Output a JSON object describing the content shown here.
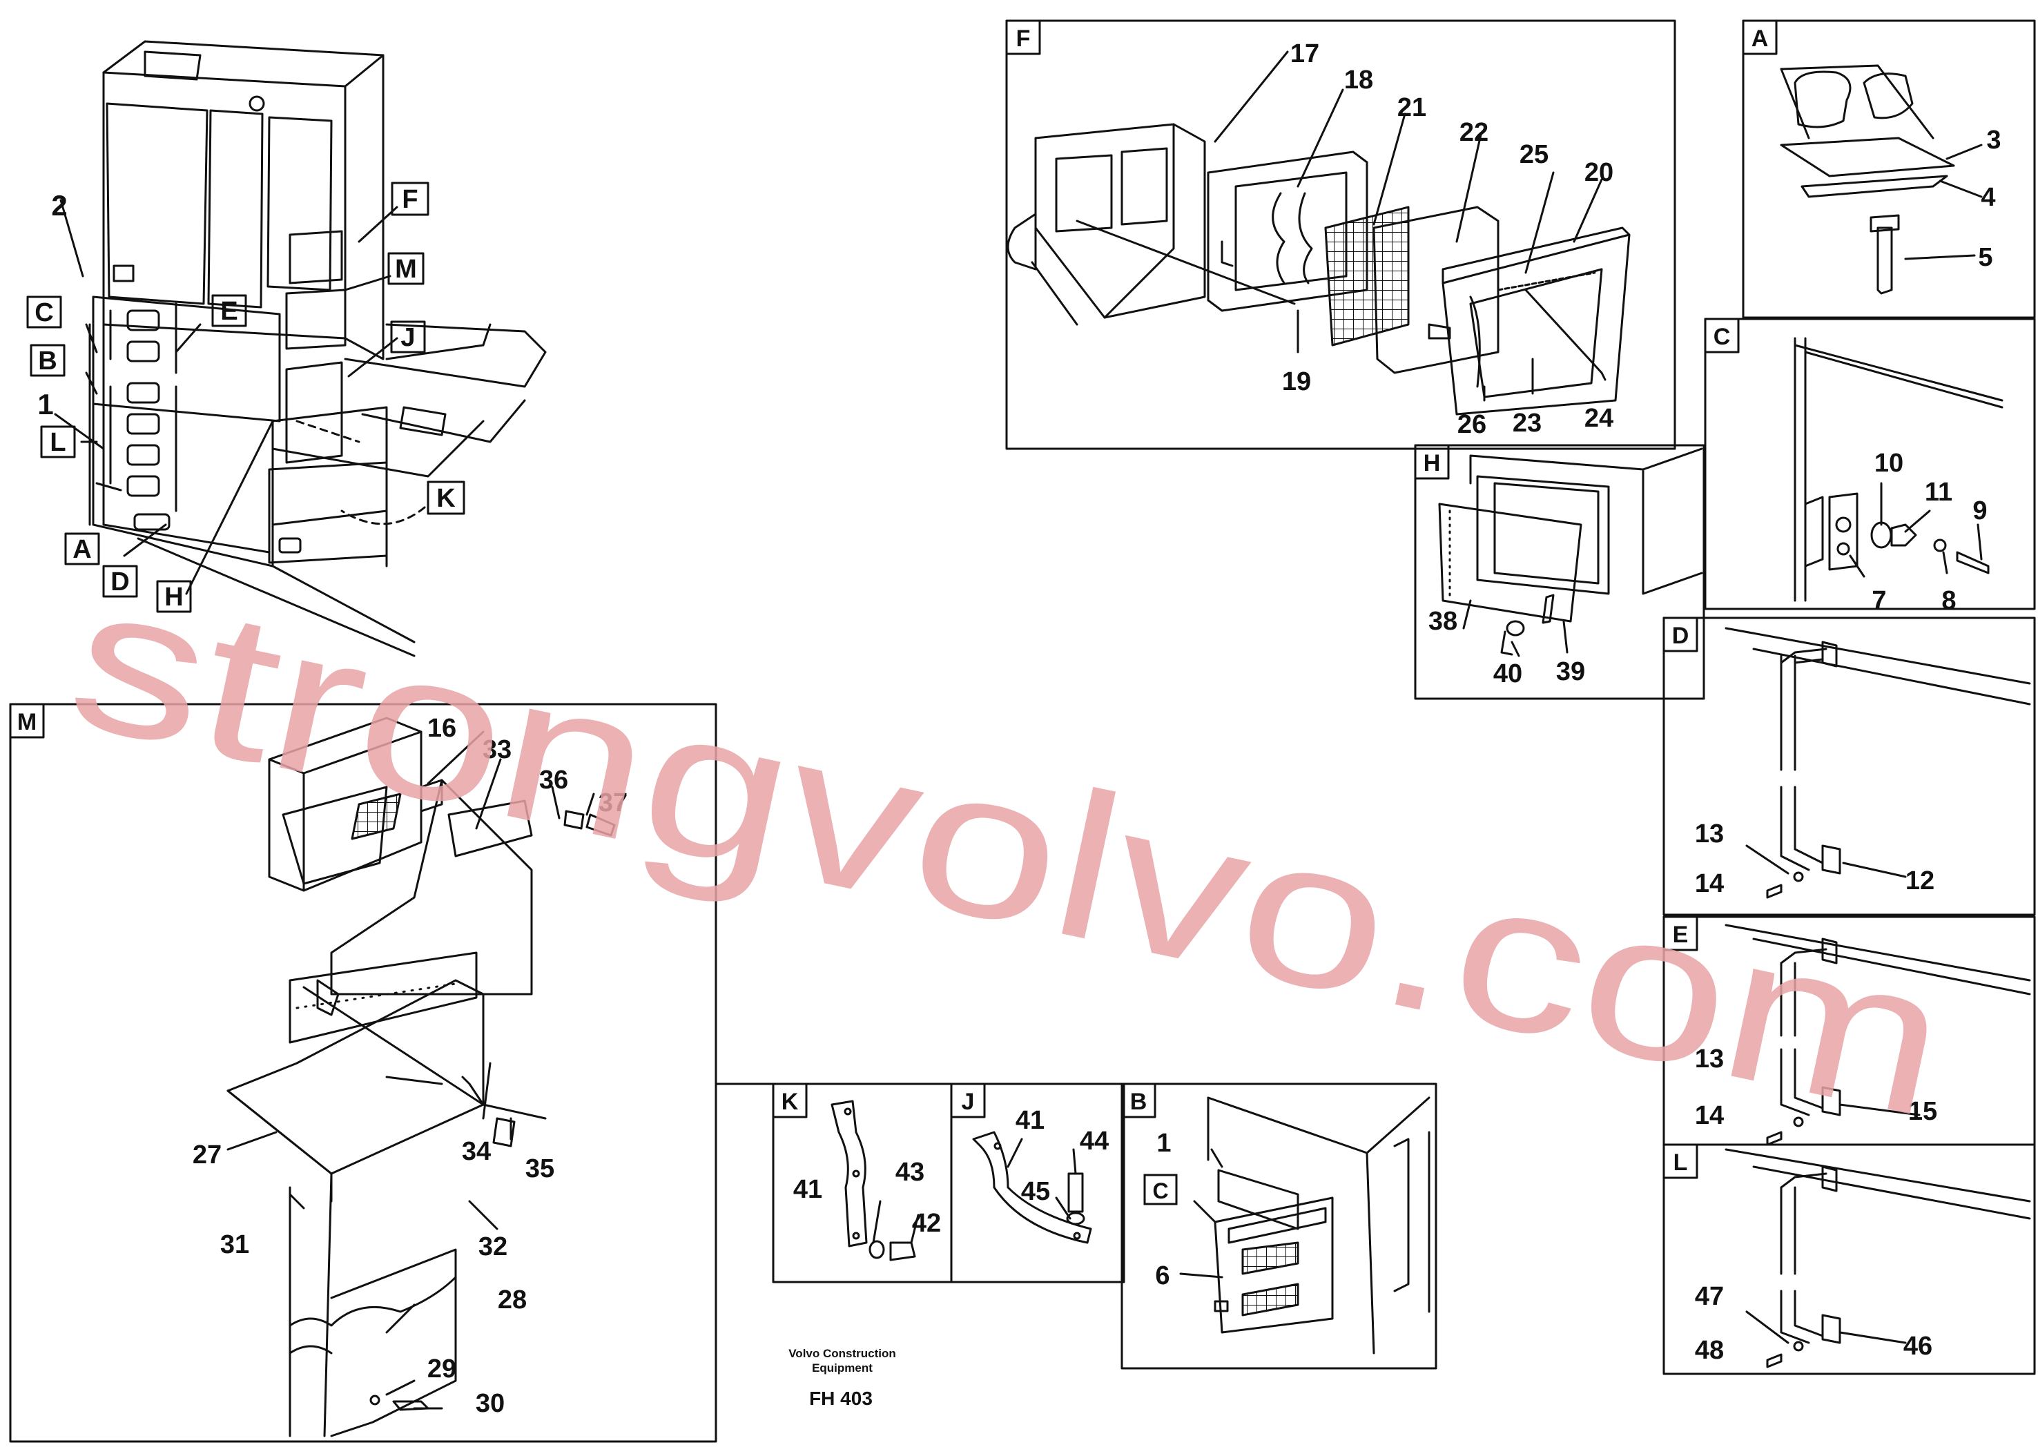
{
  "diagram": {
    "overview": {
      "labels": {
        "F": "F",
        "M": "M",
        "J": "J",
        "C": "C",
        "E": "E",
        "B": "B",
        "L": "L",
        "A": "A",
        "D": "D",
        "H": "H",
        "K": "K"
      },
      "numbers": {
        "n2": "2",
        "n1": "1"
      }
    },
    "panels": {
      "F": {
        "letter": "F",
        "parts": {
          "p17": "17",
          "p18": "18",
          "p21": "21",
          "p22": "22",
          "p25": "25",
          "p20": "20",
          "p19": "19",
          "p26": "26",
          "p23": "23",
          "p24": "24"
        }
      },
      "A": {
        "letter": "A",
        "parts": {
          "p3": "3",
          "p4": "4",
          "p5": "5"
        }
      },
      "C": {
        "letter": "C",
        "parts": {
          "p10": "10",
          "p11": "11",
          "p9": "9",
          "p7": "7",
          "p8": "8"
        }
      },
      "H": {
        "letter": "H",
        "parts": {
          "p38": "38",
          "p40": "40",
          "p39": "39"
        }
      },
      "D": {
        "letter": "D",
        "parts": {
          "p13": "13",
          "p14": "14",
          "p12": "12"
        }
      },
      "M": {
        "letter": "M",
        "parts": {
          "p16": "16",
          "p33": "33",
          "p36": "36",
          "p37": "37",
          "p27": "27",
          "p34": "34",
          "p35": "35",
          "p31": "31",
          "p32": "32",
          "p28": "28",
          "p29": "29",
          "p30": "30"
        }
      },
      "K": {
        "letter": "K",
        "parts": {
          "p41": "41",
          "p43": "43",
          "p42": "42"
        }
      },
      "J": {
        "letter": "J",
        "parts": {
          "p41": "41",
          "p44": "44",
          "p45": "45"
        }
      },
      "B": {
        "letter": "B",
        "parts": {
          "p1": "1",
          "pC": "C",
          "p6": "6"
        }
      },
      "E": {
        "letter": "E",
        "parts": {
          "p13": "13",
          "p14": "14",
          "p15": "15"
        }
      },
      "L": {
        "letter": "L",
        "parts": {
          "p47": "47",
          "p48": "48",
          "p46": "46"
        }
      }
    },
    "footer": {
      "company_line1": "Volvo Construction",
      "company_line2": "Equipment",
      "code": "FH 403"
    },
    "watermark": "strongvolvo.com",
    "colors": {
      "line": "#111111",
      "watermark": "#e8a3a6",
      "background": "#ffffff"
    }
  }
}
